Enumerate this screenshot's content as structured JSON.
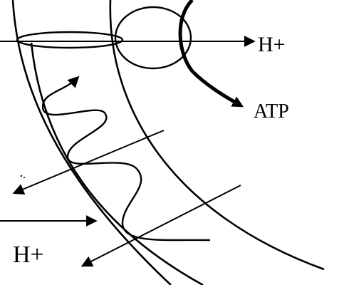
{
  "labels": {
    "proton_top": "H+",
    "atp": "ATP",
    "proton_bottom": "H+"
  },
  "colors": {
    "ink": "#000000",
    "background": "#ffffff"
  }
}
